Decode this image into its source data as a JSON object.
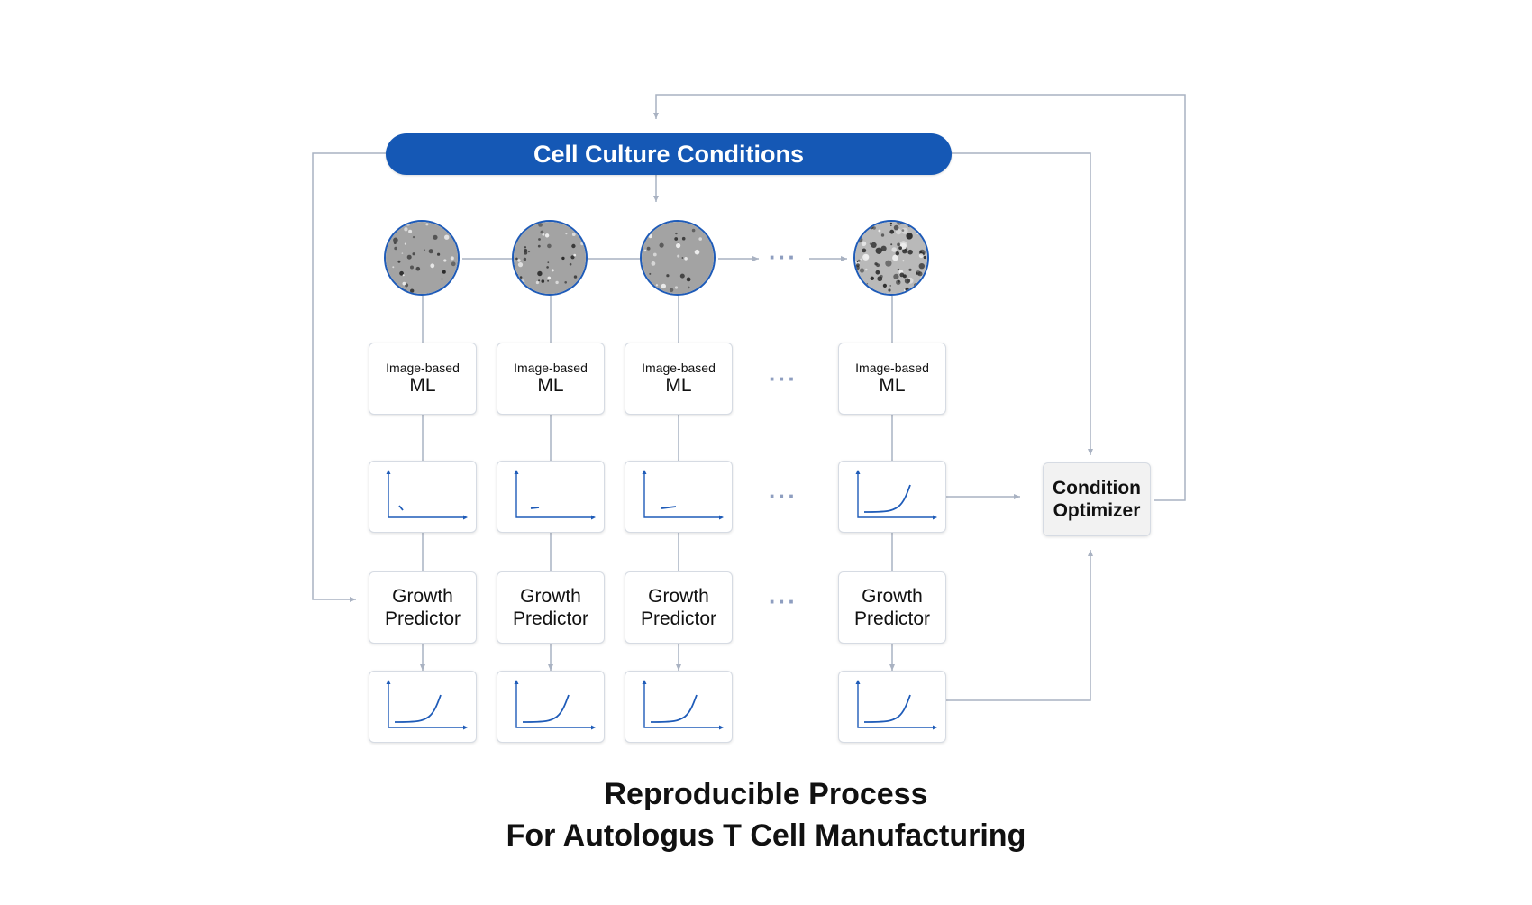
{
  "banner": {
    "label": "Cell Culture Conditions",
    "color": "#1558b5"
  },
  "ellipsis": "···",
  "columns": [
    {
      "ml_small": "Image-based",
      "ml_big": "ML",
      "gp_line1": "Growth",
      "gp_line2": "Predictor",
      "early_curve": "drop",
      "image": "sparse-cells"
    },
    {
      "ml_small": "Image-based",
      "ml_big": "ML",
      "gp_line1": "Growth",
      "gp_line2": "Predictor",
      "early_curve": "flat",
      "image": "sparse-cells"
    },
    {
      "ml_small": "Image-based",
      "ml_big": "ML",
      "gp_line1": "Growth",
      "gp_line2": "Predictor",
      "early_curve": "rising",
      "image": "sparse-cells"
    },
    {
      "ml_small": "Image-based",
      "ml_big": "ML",
      "gp_line1": "Growth",
      "gp_line2": "Predictor",
      "early_curve": "exponential",
      "image": "dense-cells"
    }
  ],
  "optimizer": {
    "line1": "Condition",
    "line2": "Optimizer"
  },
  "caption": {
    "line1": "Reproducible Process",
    "line2": "For Autologus T Cell Manufacturing"
  },
  "colors": {
    "accent": "#1558b5",
    "connector": "#a9b2c2",
    "curve": "#1e5bb8"
  }
}
